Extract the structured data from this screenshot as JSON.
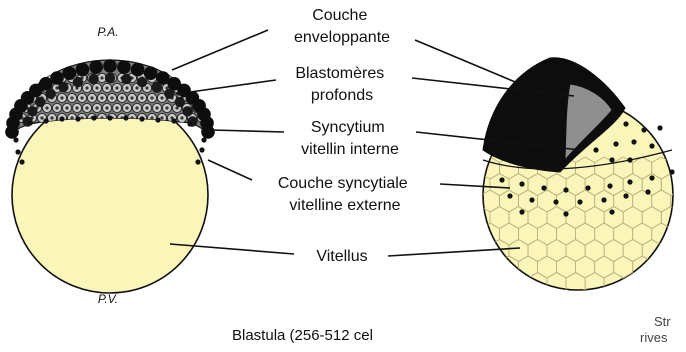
{
  "diagram": {
    "poles": {
      "animal": "P.A.",
      "vegetal": "P.V."
    },
    "labels": [
      {
        "id": "enveloping-layer",
        "lines": [
          "Couche",
          "enveloppante"
        ]
      },
      {
        "id": "deep-blastomeres",
        "lines": [
          "Blastomères",
          "profonds"
        ]
      },
      {
        "id": "internal-yolk-syncytium",
        "lines": [
          "Syncytium",
          "vitellin interne"
        ]
      },
      {
        "id": "external-yolk-syncytial-layer",
        "lines": [
          "Couche syncytiale",
          "vitelline externe"
        ]
      },
      {
        "id": "yolk",
        "lines": [
          "Vitellus"
        ]
      }
    ],
    "caption": "Blastula (256-512 cel",
    "cropped_text": [
      "Str",
      "rives"
    ]
  },
  "colors": {
    "yolk": "#faf5b8",
    "enveloping_layer": "#0d0d0d",
    "deep_cells": "#a9a9a9",
    "inner_gray": "#8f8f8f",
    "outline": "#111111"
  }
}
